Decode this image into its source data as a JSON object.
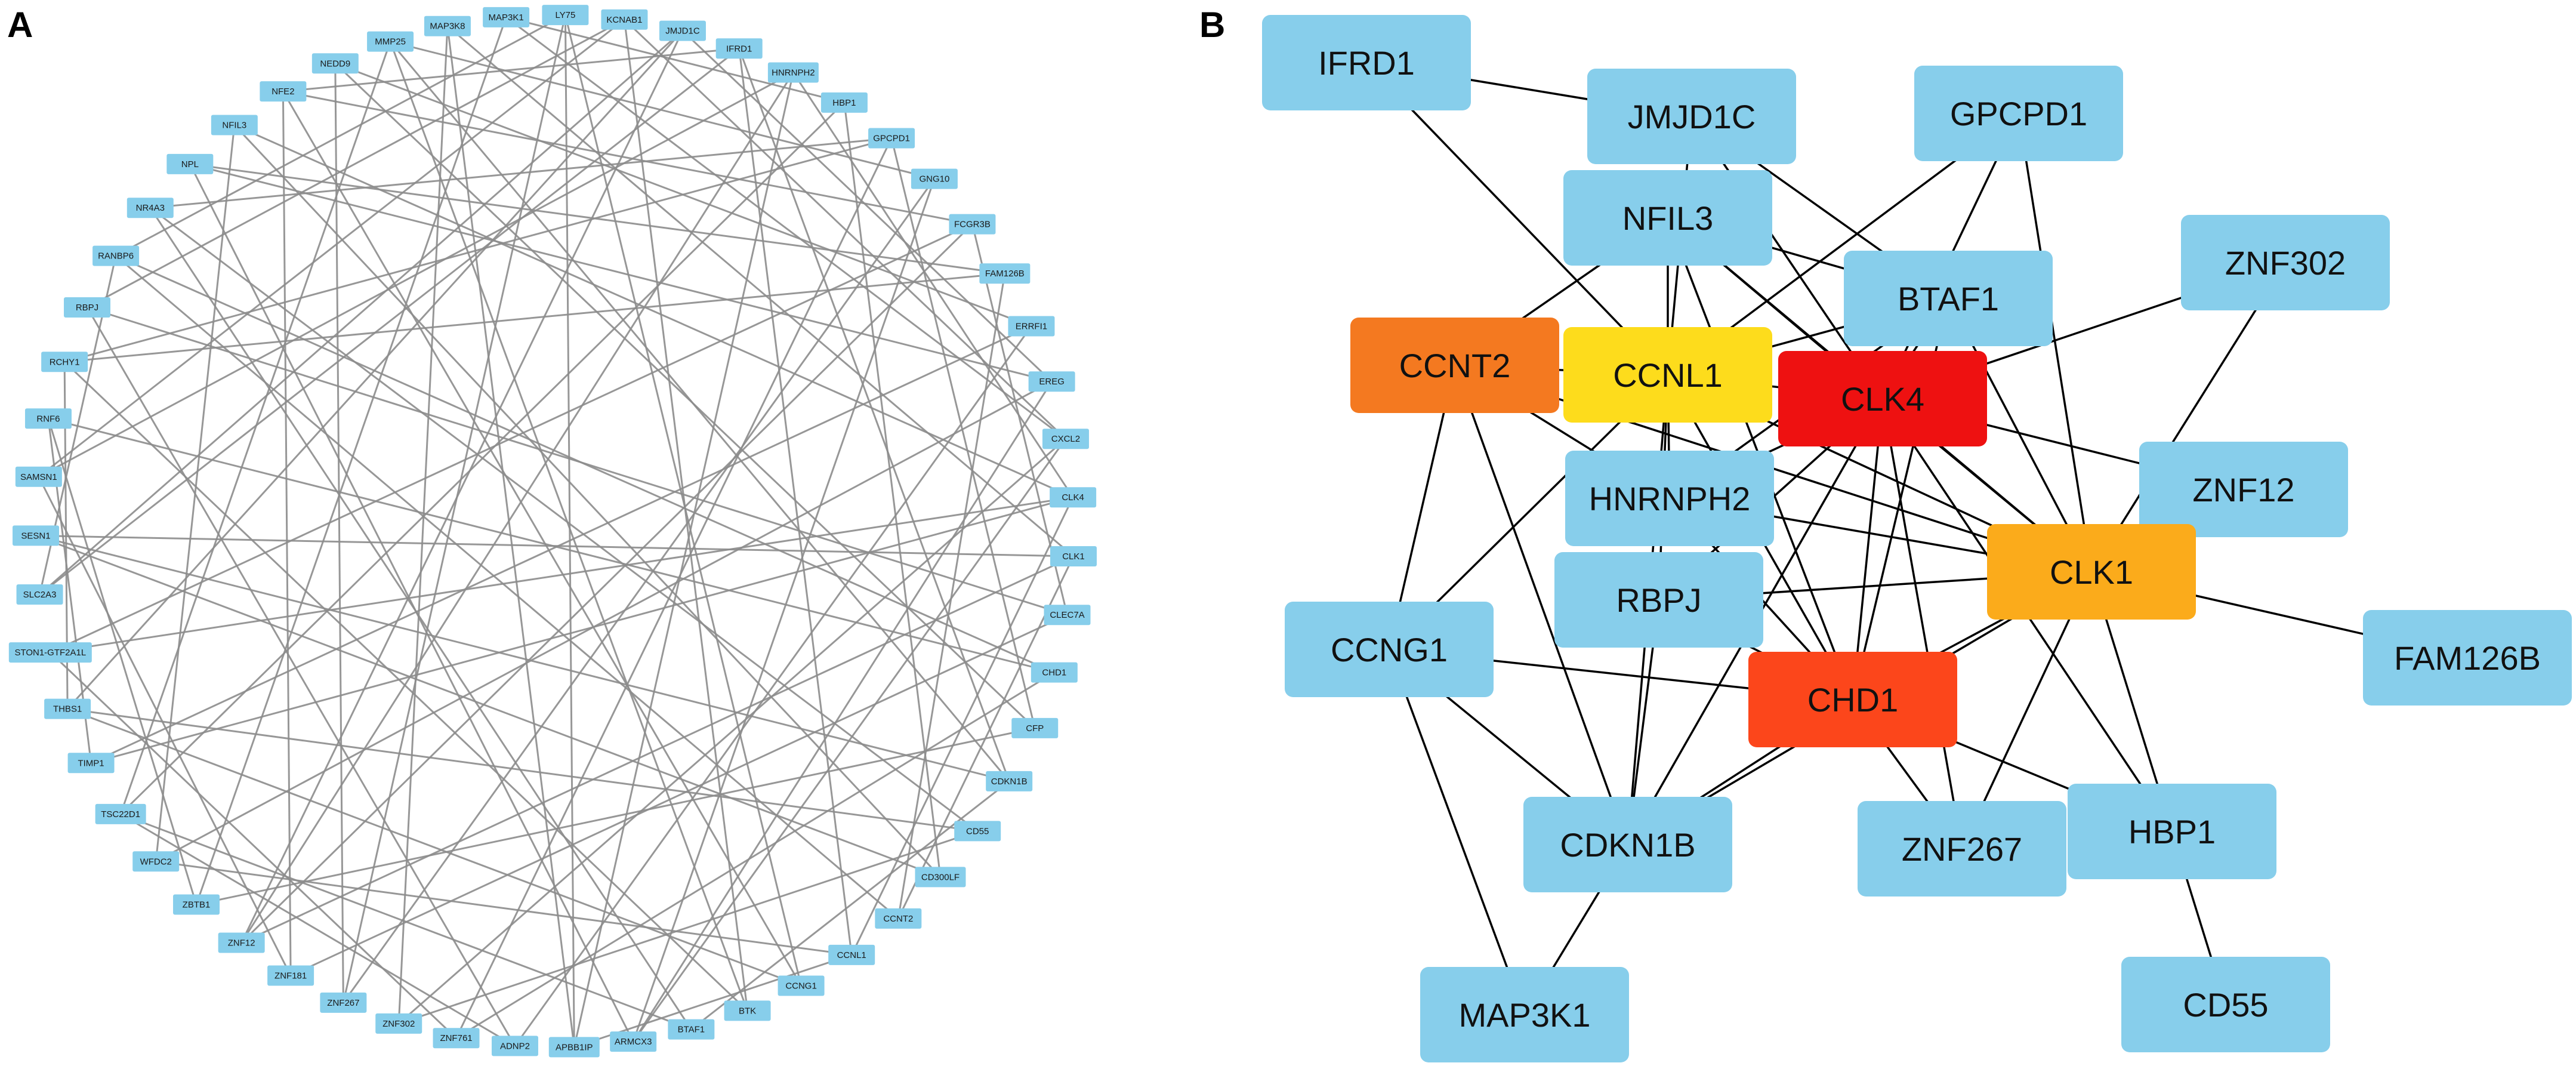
{
  "panel_a": {
    "letter": "A",
    "node_color": "#87ceeb",
    "edge_color": "#8c8c8c",
    "nodes": [
      "LY75",
      "KCNAB1",
      "JMJD1C",
      "IFRD1",
      "HNRNPH2",
      "HBP1",
      "GPCPD1",
      "GNG10",
      "FCGR3B",
      "FAM126B",
      "ERRFI1",
      "EREG",
      "CXCL2",
      "CLK4",
      "CLK1",
      "CLEC7A",
      "CHD1",
      "CFP",
      "CDKN1B",
      "CD55",
      "CD300LF",
      "CCNT2",
      "CCNL1",
      "CCNG1",
      "BTK",
      "BTAF1",
      "ARMCX3",
      "APBB1IP",
      "ADNP2",
      "ZNF761",
      "ZNF302",
      "ZNF267",
      "ZNF181",
      "ZNF12",
      "ZBTB1",
      "WFDC2",
      "TSC22D1",
      "TIMP1",
      "THBS1",
      "STON1-GTF2A1L",
      "SLC2A3",
      "SESN1",
      "SAMSN1",
      "RNF6",
      "RCHY1",
      "RBPJ",
      "RANBP6",
      "NR4A3",
      "NPL",
      "NFIL3",
      "NFE2",
      "NEDD9",
      "MMP25",
      "MAP3K8",
      "MAP3K1"
    ],
    "edges": [
      [
        0,
        23
      ],
      [
        0,
        31
      ],
      [
        0,
        46
      ],
      [
        1,
        12
      ],
      [
        1,
        24
      ],
      [
        1,
        45
      ],
      [
        2,
        11
      ],
      [
        2,
        33
      ],
      [
        2,
        38
      ],
      [
        3,
        22
      ],
      [
        3,
        40
      ],
      [
        3,
        50
      ],
      [
        4,
        13
      ],
      [
        4,
        27
      ],
      [
        4,
        42
      ],
      [
        5,
        20
      ],
      [
        5,
        36
      ],
      [
        6,
        17
      ],
      [
        6,
        29
      ],
      [
        6,
        47
      ],
      [
        7,
        26
      ],
      [
        7,
        52
      ],
      [
        8,
        15
      ],
      [
        8,
        39
      ],
      [
        8,
        33
      ],
      [
        9,
        21
      ],
      [
        9,
        44
      ],
      [
        10,
        28
      ],
      [
        10,
        51
      ],
      [
        11,
        35
      ],
      [
        11,
        48
      ],
      [
        12,
        30
      ],
      [
        12,
        54
      ],
      [
        13,
        22
      ],
      [
        13,
        37
      ],
      [
        13,
        49
      ],
      [
        14,
        21
      ],
      [
        14,
        41
      ],
      [
        14,
        53
      ],
      [
        15,
        32
      ],
      [
        16,
        43
      ],
      [
        16,
        46
      ],
      [
        17,
        34
      ],
      [
        18,
        25
      ],
      [
        18,
        52
      ],
      [
        19,
        38
      ],
      [
        19,
        47
      ],
      [
        20,
        41
      ],
      [
        22,
        27
      ],
      [
        23,
        50
      ],
      [
        24,
        44
      ],
      [
        25,
        36
      ],
      [
        26,
        48
      ],
      [
        28,
        45
      ],
      [
        29,
        39
      ],
      [
        30,
        53
      ],
      [
        31,
        51
      ],
      [
        32,
        42
      ],
      [
        34,
        54
      ],
      [
        35,
        49
      ],
      [
        37,
        43
      ],
      [
        40,
        46
      ],
      [
        0,
        27
      ],
      [
        2,
        40
      ],
      [
        4,
        33
      ],
      [
        6,
        44
      ],
      [
        8,
        50
      ],
      [
        10,
        37
      ],
      [
        12,
        26
      ],
      [
        14,
        33
      ],
      [
        16,
        29
      ],
      [
        18,
        41
      ],
      [
        20,
        49
      ],
      [
        22,
        35
      ],
      [
        24,
        52
      ],
      [
        1,
        42
      ],
      [
        3,
        18
      ],
      [
        5,
        54
      ],
      [
        7,
        31
      ],
      [
        9,
        48
      ],
      [
        11,
        26
      ],
      [
        13,
        39
      ],
      [
        15,
        45
      ],
      [
        17,
        51
      ],
      [
        19,
        30
      ],
      [
        21,
        46
      ],
      [
        23,
        38
      ],
      [
        25,
        47
      ],
      [
        27,
        53
      ],
      [
        28,
        36
      ],
      [
        32,
        50
      ],
      [
        34,
        43
      ],
      [
        36,
        52
      ],
      [
        38,
        44
      ]
    ]
  },
  "panel_b": {
    "letter": "B",
    "nodes": [
      {
        "id": "IFRD1",
        "color": "#87ceeb"
      },
      {
        "id": "JMJD1C",
        "color": "#87ceeb"
      },
      {
        "id": "GPCPD1",
        "color": "#87ceeb"
      },
      {
        "id": "NFIL3",
        "color": "#87ceeb"
      },
      {
        "id": "ZNF302",
        "color": "#87ceeb"
      },
      {
        "id": "BTAF1",
        "color": "#87ceeb"
      },
      {
        "id": "CCNT2",
        "color": "#f47920"
      },
      {
        "id": "CCNL1",
        "color": "#fddc1c"
      },
      {
        "id": "CLK4",
        "color": "#ee1111"
      },
      {
        "id": "ZNF12",
        "color": "#87ceeb"
      },
      {
        "id": "HNRNPH2",
        "color": "#87ceeb"
      },
      {
        "id": "CLK1",
        "color": "#fbab1b"
      },
      {
        "id": "RBPJ",
        "color": "#87ceeb"
      },
      {
        "id": "CCNG1",
        "color": "#87ceeb"
      },
      {
        "id": "FAM126B",
        "color": "#87ceeb"
      },
      {
        "id": "CHD1",
        "color": "#fc461b"
      },
      {
        "id": "CDKN1B",
        "color": "#87ceeb"
      },
      {
        "id": "ZNF267",
        "color": "#87ceeb"
      },
      {
        "id": "HBP1",
        "color": "#87ceeb"
      },
      {
        "id": "MAP3K1",
        "color": "#87ceeb"
      },
      {
        "id": "CD55",
        "color": "#87ceeb"
      }
    ],
    "edges": [
      [
        "IFRD1",
        "JMJD1C"
      ],
      [
        "IFRD1",
        "CCNL1"
      ],
      [
        "JMJD1C",
        "BTAF1"
      ],
      [
        "JMJD1C",
        "CCNL1"
      ],
      [
        "JMJD1C",
        "CLK4"
      ],
      [
        "GPCPD1",
        "CCNL1"
      ],
      [
        "GPCPD1",
        "CLK4"
      ],
      [
        "GPCPD1",
        "CLK1"
      ],
      [
        "NFIL3",
        "CCNT2"
      ],
      [
        "NFIL3",
        "CLK4"
      ],
      [
        "NFIL3",
        "CHD1"
      ],
      [
        "NFIL3",
        "CCNL1"
      ],
      [
        "NFIL3",
        "CLK1"
      ],
      [
        "NFIL3",
        "BTAF1"
      ],
      [
        "ZNF302",
        "CLK4"
      ],
      [
        "ZNF302",
        "CLK1"
      ],
      [
        "BTAF1",
        "CCNL1"
      ],
      [
        "BTAF1",
        "CLK4"
      ],
      [
        "BTAF1",
        "CHD1"
      ],
      [
        "BTAF1",
        "HNRNPH2"
      ],
      [
        "BTAF1",
        "CLK1"
      ],
      [
        "CCNT2",
        "CCNL1"
      ],
      [
        "CCNT2",
        "HNRNPH2"
      ],
      [
        "CCNT2",
        "CCNG1"
      ],
      [
        "CCNT2",
        "CDKN1B"
      ],
      [
        "CCNT2",
        "CLK1"
      ],
      [
        "CCNL1",
        "CLK4"
      ],
      [
        "CCNL1",
        "CHD1"
      ],
      [
        "CCNL1",
        "CLK1"
      ],
      [
        "CCNL1",
        "HNRNPH2"
      ],
      [
        "CCNL1",
        "RBPJ"
      ],
      [
        "CCNL1",
        "CCNG1"
      ],
      [
        "CCNL1",
        "CDKN1B"
      ],
      [
        "CLK4",
        "CLK1"
      ],
      [
        "CLK4",
        "CHD1"
      ],
      [
        "CLK4",
        "HNRNPH2"
      ],
      [
        "CLK4",
        "RBPJ"
      ],
      [
        "CLK4",
        "ZNF12"
      ],
      [
        "CLK4",
        "CDKN1B"
      ],
      [
        "CLK4",
        "ZNF267"
      ],
      [
        "CLK4",
        "HBP1"
      ],
      [
        "CLK1",
        "CHD1"
      ],
      [
        "CLK1",
        "RBPJ"
      ],
      [
        "CLK1",
        "HNRNPH2"
      ],
      [
        "CLK1",
        "FAM126B"
      ],
      [
        "CLK1",
        "ZNF267"
      ],
      [
        "CLK1",
        "HBP1"
      ],
      [
        "CLK1",
        "CDKN1B"
      ],
      [
        "HNRNPH2",
        "CHD1"
      ],
      [
        "RBPJ",
        "CHD1"
      ],
      [
        "RBPJ",
        "CDKN1B"
      ],
      [
        "CCNG1",
        "CHD1"
      ],
      [
        "CCNG1",
        "CDKN1B"
      ],
      [
        "CCNG1",
        "MAP3K1"
      ],
      [
        "CHD1",
        "CDKN1B"
      ],
      [
        "CHD1",
        "ZNF267"
      ],
      [
        "CHD1",
        "HBP1"
      ],
      [
        "CDKN1B",
        "MAP3K1"
      ],
      [
        "HBP1",
        "CD55"
      ]
    ]
  }
}
